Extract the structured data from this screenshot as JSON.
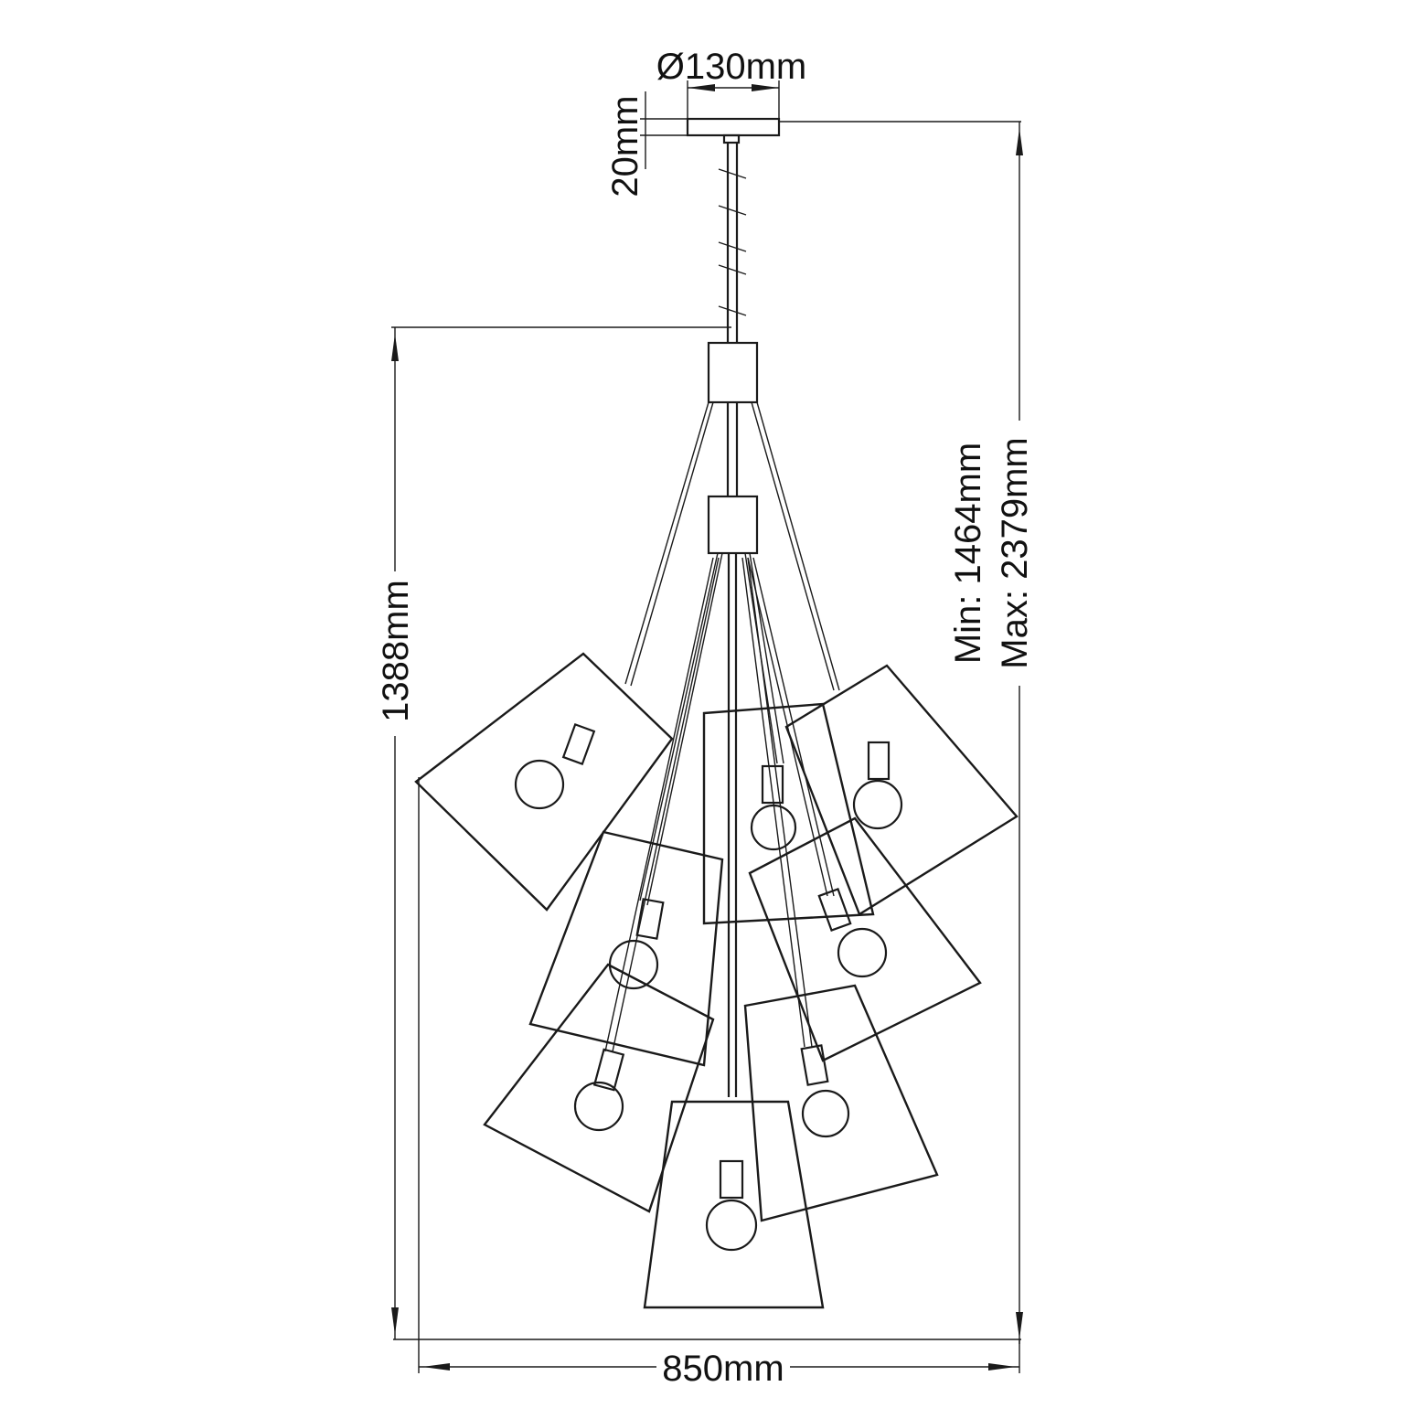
{
  "dimensions": {
    "canopy_diameter": "Ø130mm",
    "canopy_height": "20mm",
    "min_height": "Min: 1464mm",
    "max_height": "Max: 2379mm",
    "body_height": "1388mm",
    "width": "850mm"
  },
  "line_color": "#1a1a1a",
  "background_color": "#ffffff"
}
